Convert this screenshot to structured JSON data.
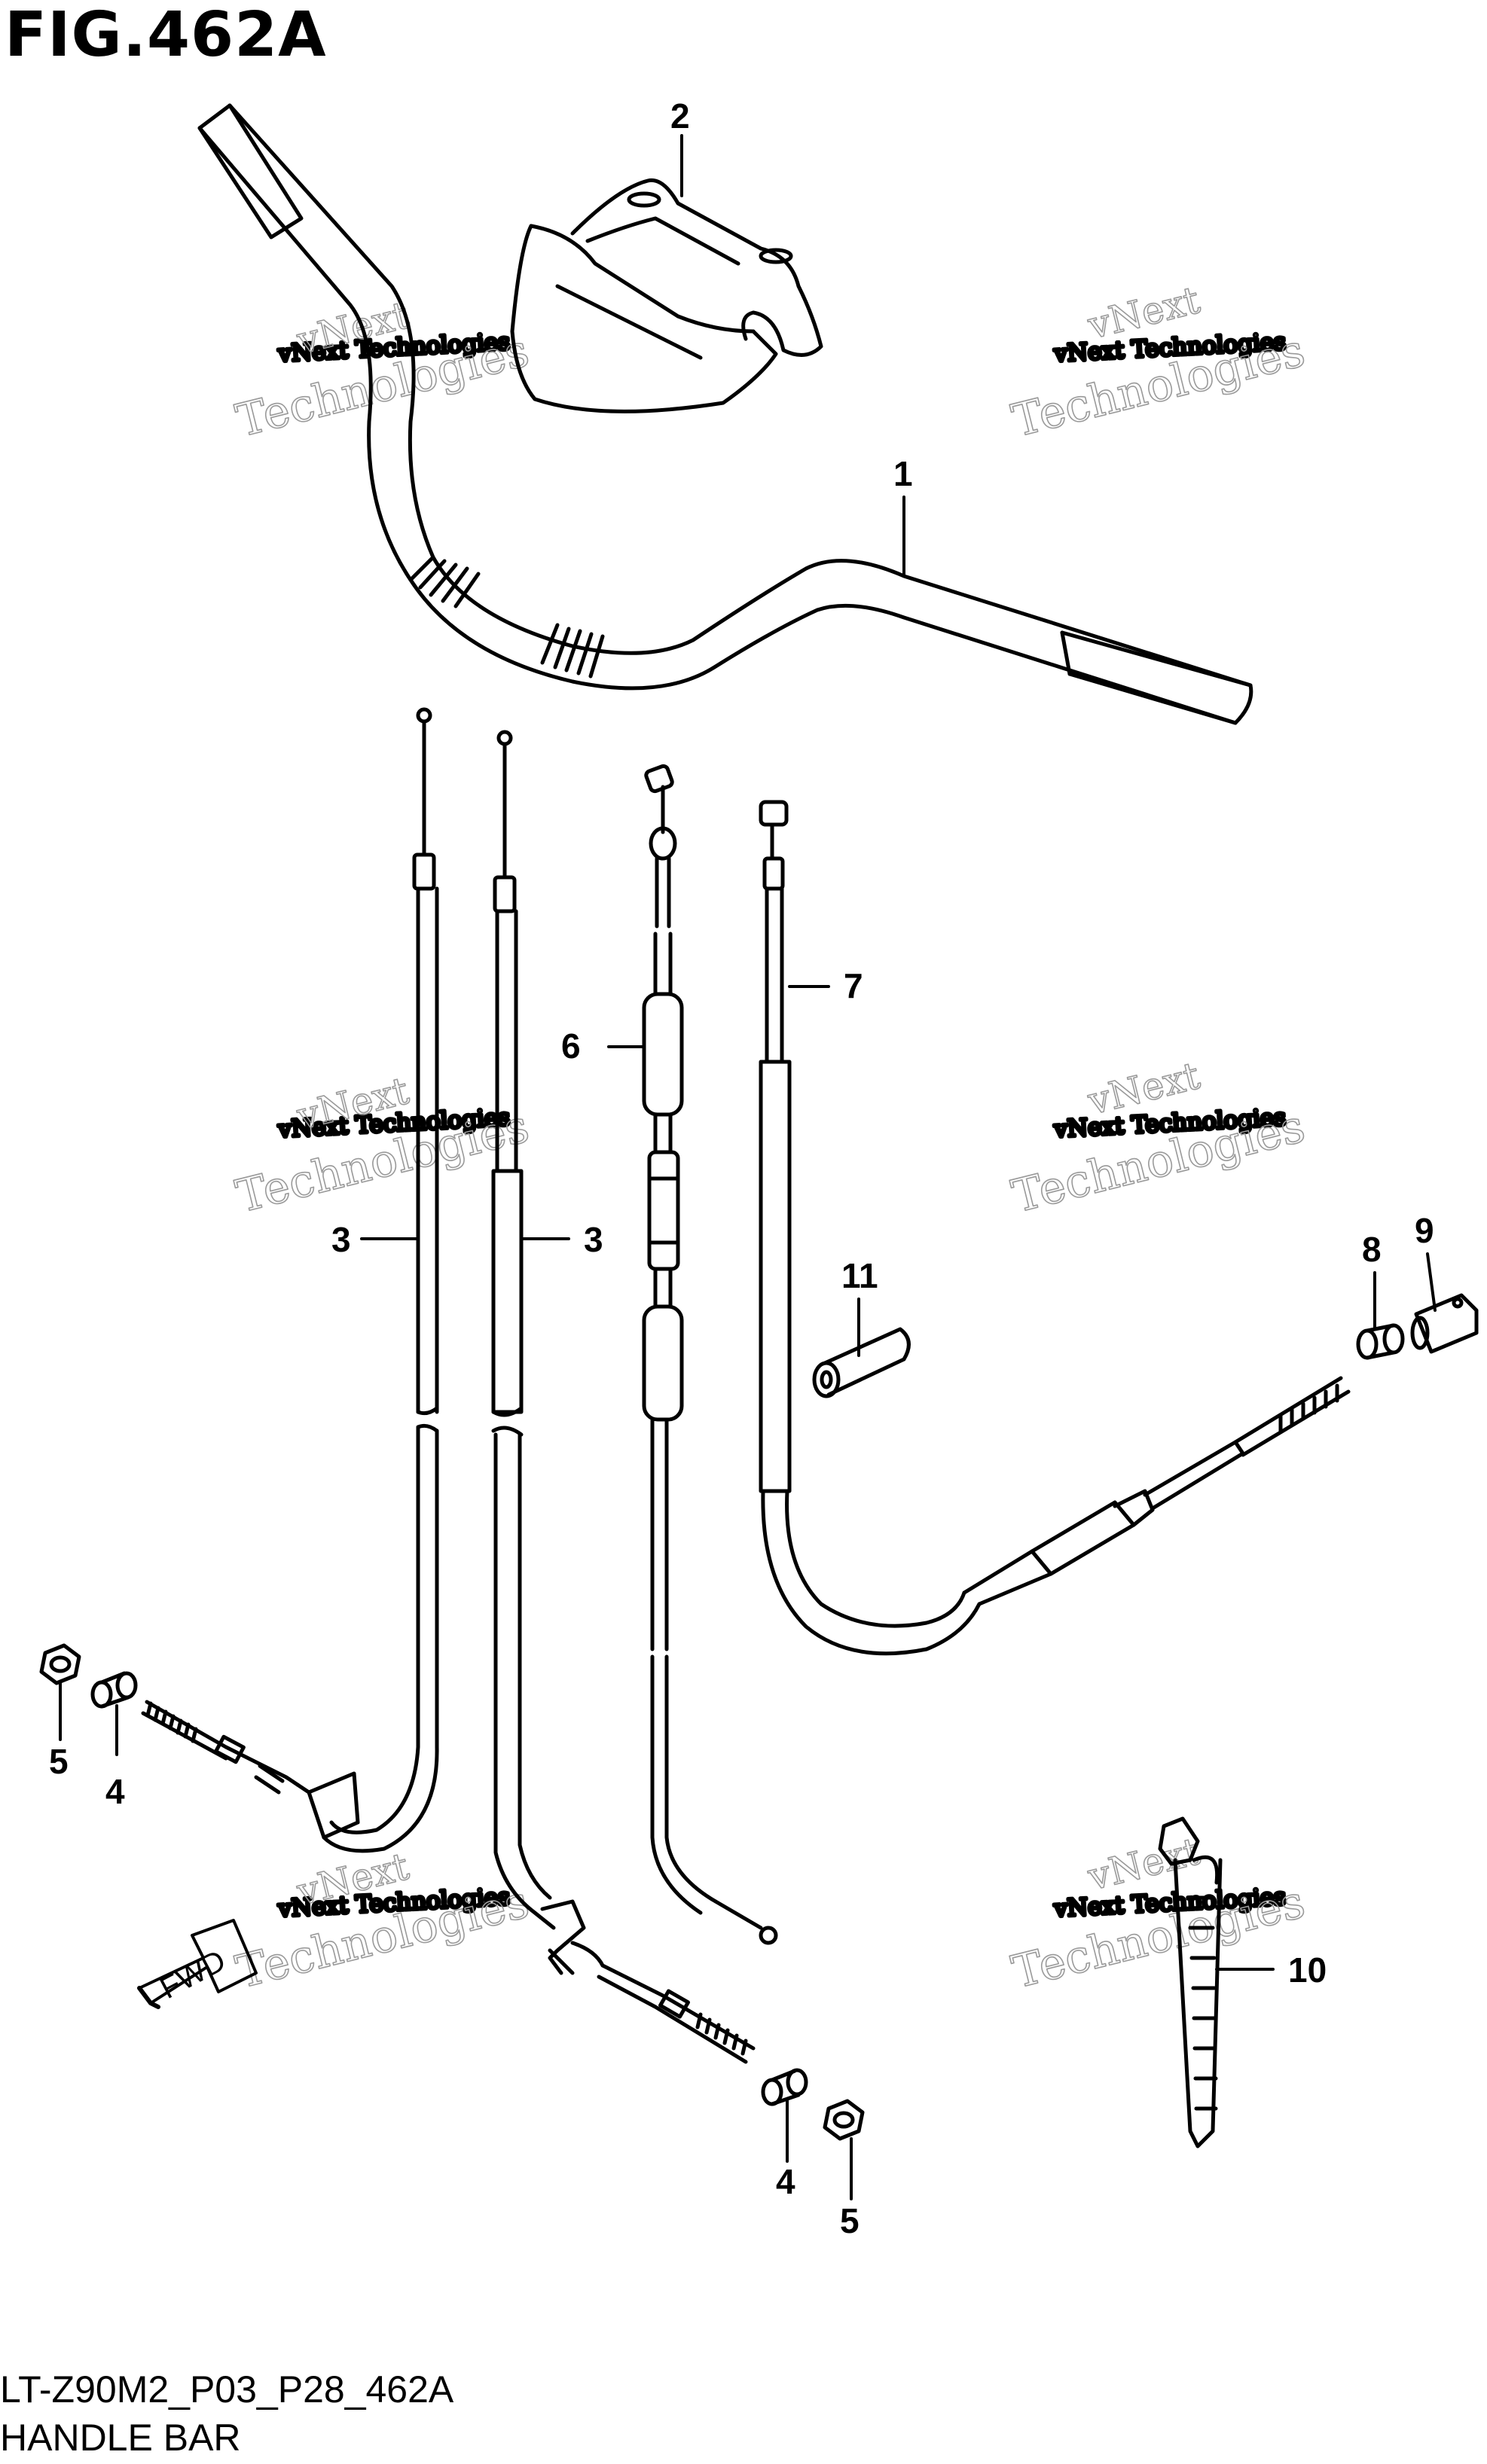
{
  "figure": {
    "title": "FIG.462A",
    "code": "LT-Z90M2_P03_P28_462A",
    "name": "HANDLE BAR"
  },
  "watermark": {
    "line1": "vNext Technologies",
    "line2": "vNext",
    "line3": "Technologies"
  },
  "direction_mark": "FWD",
  "callouts": [
    "1",
    "2",
    "3",
    "3",
    "4",
    "4",
    "5",
    "5",
    "6",
    "7",
    "8",
    "9",
    "10",
    "11"
  ],
  "colors": {
    "ink": "#000000",
    "watermark": "#9a9a9a"
  }
}
